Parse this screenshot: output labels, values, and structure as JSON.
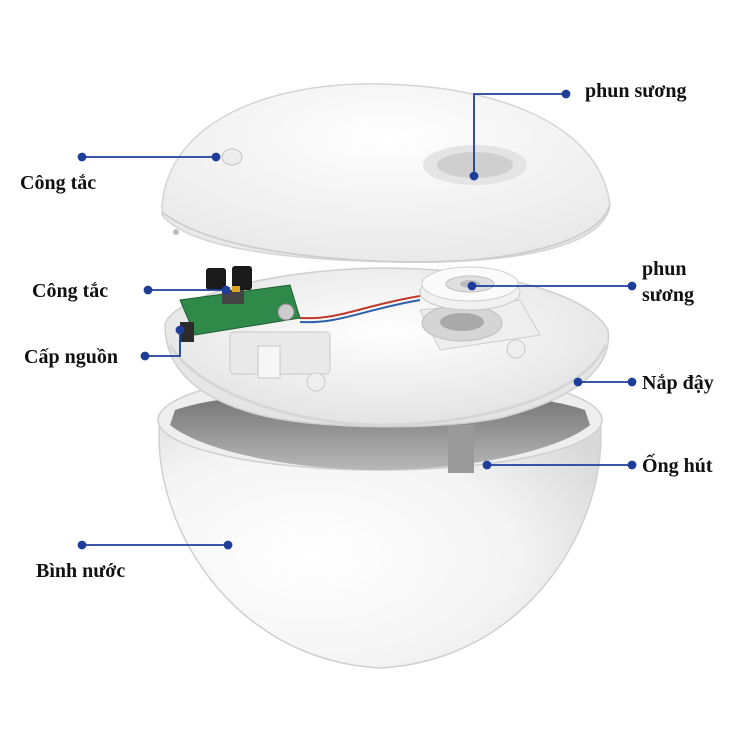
{
  "labels": {
    "spray_top": "phun sương",
    "switch_top": "Công tắc",
    "switch_board": "Công tắc",
    "spray_mid_1": "phun",
    "spray_mid_2": "sương",
    "power": "Cấp nguồn",
    "lid": "Nắp đậy",
    "straw": "Ống hút",
    "water_tank": "Bình nước"
  },
  "colors": {
    "leader": "#1f3e9a",
    "background": "#ffffff",
    "shell": "#f7f7f7",
    "pcb": "#2f8a4a"
  }
}
